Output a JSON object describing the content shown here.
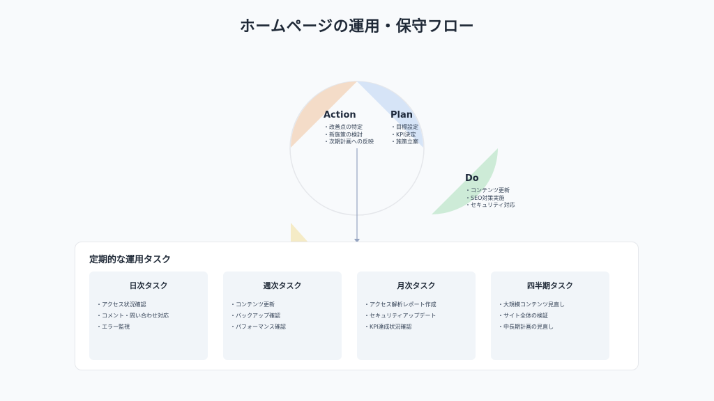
{
  "page": {
    "title": "ホームページの運用・保守フロー"
  },
  "cycle": {
    "phases": [
      {
        "id": "action",
        "title": "Action",
        "items": [
          "改善点の特定",
          "新施策の検討",
          "次期計画への反映"
        ]
      },
      {
        "id": "plan",
        "title": "Plan",
        "items": [
          "目標設定",
          "KPI決定",
          "施策立案"
        ]
      },
      {
        "id": "do",
        "title": "Do",
        "items": [
          "コンテンツ更新",
          "SEO対策実施",
          "セキュリティ対応"
        ]
      }
    ],
    "colors": {
      "action": "#f4dcc8",
      "plan": "#d6e4f7",
      "do": "#cdebd7",
      "check": "#f5ebc6",
      "circle": "#e5e7eb",
      "arrow": "#94a3c0"
    }
  },
  "tasks_panel": {
    "title": "定期的な運用タスク",
    "cards": [
      {
        "title": "日次タスク",
        "items": [
          "アクセス状況確認",
          "コメント・問い合わせ対応",
          "エラー監視"
        ]
      },
      {
        "title": "週次タスク",
        "items": [
          "コンテンツ更新",
          "バックアップ確認",
          "パフォーマンス確認"
        ]
      },
      {
        "title": "月次タスク",
        "items": [
          "アクセス解析レポート作成",
          "セキュリティアップデート",
          "KPI達成状況確認"
        ]
      },
      {
        "title": "四半期タスク",
        "items": [
          "大規模コンテンツ見直し",
          "サイト全体の検証",
          "中長期計画の見直し"
        ]
      }
    ]
  }
}
